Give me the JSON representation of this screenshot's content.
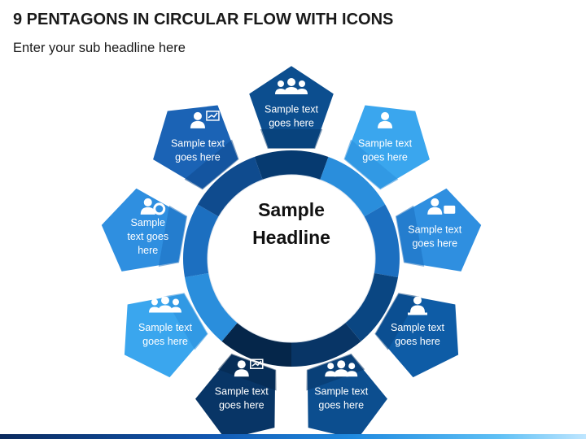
{
  "title": "9 PENTAGONS IN CIRCULAR FLOW WITH ICONS",
  "subtitle": "Enter your sub headline here",
  "center": {
    "line1": "Sample",
    "line2": "Headline"
  },
  "colors": {
    "top_blue": "#0c4e8f",
    "dark_navy": "#083566",
    "sky": "#3aa6ee",
    "mid_blue": "#1b73c4",
    "light_blue": "#2f8fe0"
  },
  "pentagons": [
    {
      "icon": "team-icon",
      "text": [
        "Sample text",
        "goes here"
      ],
      "color": "#0c4e8f",
      "accent": "#063a70"
    },
    {
      "icon": "person-icon",
      "text": [
        "Sample text",
        "goes here"
      ],
      "color": "#3aa6ee",
      "accent": "#2a8edc"
    },
    {
      "icon": "businessman-briefcase-icon",
      "text": [
        "Sample text",
        "goes here"
      ],
      "color": "#2f8fe0",
      "accent": "#1c6fc0"
    },
    {
      "icon": "presenter-desk-icon",
      "text": [
        "Sample text",
        "goes here"
      ],
      "color": "#0e5ca6",
      "accent": "#0a4682"
    },
    {
      "icon": "two-people-icon",
      "text": [
        "Sample text",
        "goes here"
      ],
      "color": "#0c4e8f",
      "accent": "#083566"
    },
    {
      "icon": "growth-chart-presenter-icon",
      "text": [
        "Sample text",
        "goes here"
      ],
      "color": "#083566",
      "accent": "#05264a"
    },
    {
      "icon": "network-people-icon",
      "text": [
        "Sample text",
        "goes here"
      ],
      "color": "#3aa6ee",
      "accent": "#2a8edc"
    },
    {
      "icon": "person-gear-icon",
      "text": [
        "Sample",
        "text goes",
        "here"
      ],
      "color": "#2f8fe0",
      "accent": "#1c6fc0"
    },
    {
      "icon": "presentation-board-icon",
      "text": [
        "Sample text",
        "goes here"
      ],
      "color": "#1b63b5",
      "accent": "#0f4b8e"
    }
  ]
}
